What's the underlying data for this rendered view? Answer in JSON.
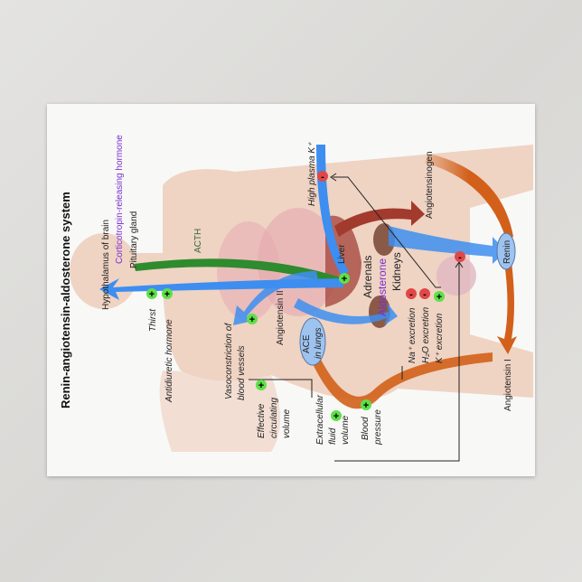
{
  "title": "Renin-angiotensin-aldosterone system",
  "labels": {
    "hypothalamus": "Hypothalamus of brain",
    "crh": "Corticotropin-releasing hormone",
    "pituitary": "Pituitary gland",
    "acth": "ACTH",
    "thirst": "Thirst",
    "adh": "Antidiuretic hormone",
    "vaso1": "Vasoconstriction of",
    "vaso2": "blood vessels",
    "ang2": "Angiotensin II",
    "ace1": "ACE",
    "ace2": "in lungs",
    "eff1": "Effective",
    "eff2": "circulating",
    "eff3": "volume",
    "ecf1": "Extracellular",
    "ecf2": "fluid",
    "ecf3": "volume",
    "bp1": "Blood",
    "bp2": "pressure",
    "highk": "High plasma K⁺",
    "liver": "Liver",
    "adrenals": "Adrenals",
    "aldosterone": "Aldosterone",
    "kidneys": "Kidneys",
    "na": "Na⁺ excretion",
    "h2o": "H₂O excretion",
    "k": "K⁺ excretion",
    "angiotensinogen": "Angiotensinogen",
    "renin": "Renin",
    "ang1": "Angiotensin I"
  },
  "colors": {
    "ang_arrow": "#3d8ef0",
    "acth_arrow": "#2e8b2e",
    "renin_arrow": "#d2601a",
    "liver_arrow": "#a33a2e",
    "purple": "#7b2fd0",
    "plus": "#5ee04a",
    "minus": "#e04848"
  }
}
